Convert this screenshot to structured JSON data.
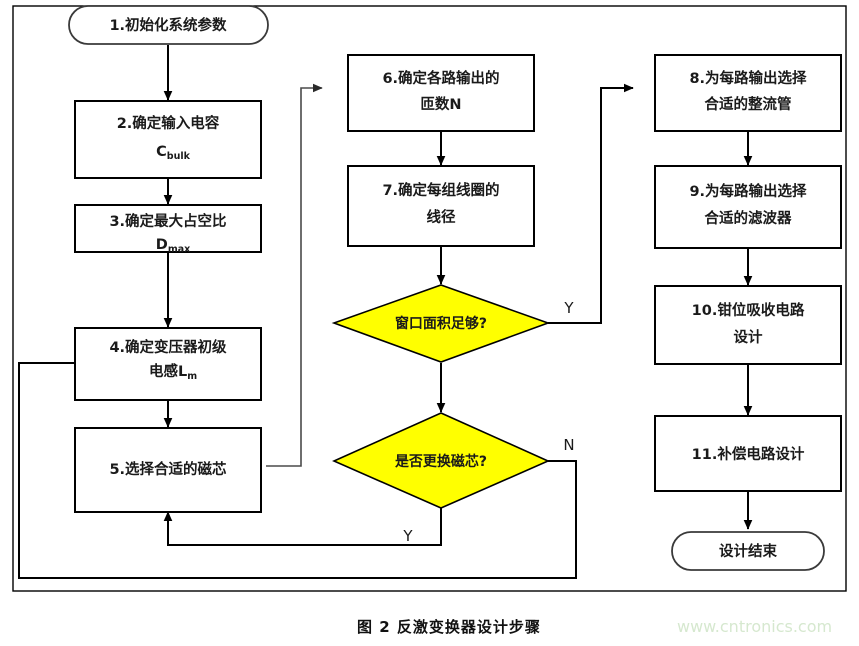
{
  "figure": {
    "caption": "图 2 反激变换器设计步骤",
    "watermark": "www.cntronics.com",
    "colors": {
      "decision_fill": "#FFFF00",
      "process_fill": "#FFFFFF",
      "stroke": "#000000",
      "watermark": "#D6E8CF"
    }
  },
  "chart_data": {
    "type": "flowchart",
    "title": "图 2 反激变换器设计步骤",
    "nodes": [
      {
        "id": "start",
        "shape": "terminator",
        "label": "1.初始化系统参数"
      },
      {
        "id": "n2",
        "shape": "process",
        "label_line1": "2.确定输入电容",
        "label_line2": "C",
        "label_sub2": "bulk"
      },
      {
        "id": "n3",
        "shape": "process",
        "label_line1": "3.确定最大占空比",
        "label_line2": "D",
        "label_sub2": "max"
      },
      {
        "id": "n4",
        "shape": "process",
        "label_line1": "4.确定变压器初级",
        "label_line2": "电感L",
        "label_sub2": "m"
      },
      {
        "id": "n5",
        "shape": "process",
        "label_line1": "5.选择合适的磁芯"
      },
      {
        "id": "n6",
        "shape": "process",
        "label_line1": "6.确定各路输出的",
        "label_line2": "匝数N"
      },
      {
        "id": "n7",
        "shape": "process",
        "label_line1": "7.确定每组线圈的",
        "label_line2": "线径"
      },
      {
        "id": "d1",
        "shape": "decision",
        "label_line1": "窗口面积足够?"
      },
      {
        "id": "d2",
        "shape": "decision",
        "label_line1": "是否更换磁芯?"
      },
      {
        "id": "n8",
        "shape": "process",
        "label_line1": "8.为每路输出选择",
        "label_line2": "合适的整流管"
      },
      {
        "id": "n9",
        "shape": "process",
        "label_line1": "9.为每路输出选择",
        "label_line2": "合适的滤波器"
      },
      {
        "id": "n10",
        "shape": "process",
        "label_line1": "10.钳位吸收电路",
        "label_line2": "设计"
      },
      {
        "id": "n11",
        "shape": "process",
        "label_line1": "11.补偿电路设计"
      },
      {
        "id": "end",
        "shape": "terminator",
        "label": "设计结束"
      }
    ],
    "edges": [
      {
        "from": "start",
        "to": "n2",
        "label": ""
      },
      {
        "from": "n2",
        "to": "n3",
        "label": ""
      },
      {
        "from": "n3",
        "to": "n4",
        "label": ""
      },
      {
        "from": "n4",
        "to": "n5",
        "label": ""
      },
      {
        "from": "n5",
        "to": "n6",
        "label": ""
      },
      {
        "from": "n6",
        "to": "n7",
        "label": ""
      },
      {
        "from": "n7",
        "to": "d1",
        "label": ""
      },
      {
        "from": "d1",
        "to": "n8",
        "label": "Y"
      },
      {
        "from": "d1",
        "to": "d2",
        "label": ""
      },
      {
        "from": "d2",
        "to": "n5",
        "label": "Y"
      },
      {
        "from": "d2",
        "to": "n4",
        "label": "N"
      },
      {
        "from": "n8",
        "to": "n9",
        "label": ""
      },
      {
        "from": "n9",
        "to": "n10",
        "label": ""
      },
      {
        "from": "n10",
        "to": "n11",
        "label": ""
      },
      {
        "from": "n11",
        "to": "end",
        "label": ""
      }
    ],
    "branch_labels": [
      "Y",
      "N",
      "Y"
    ]
  }
}
